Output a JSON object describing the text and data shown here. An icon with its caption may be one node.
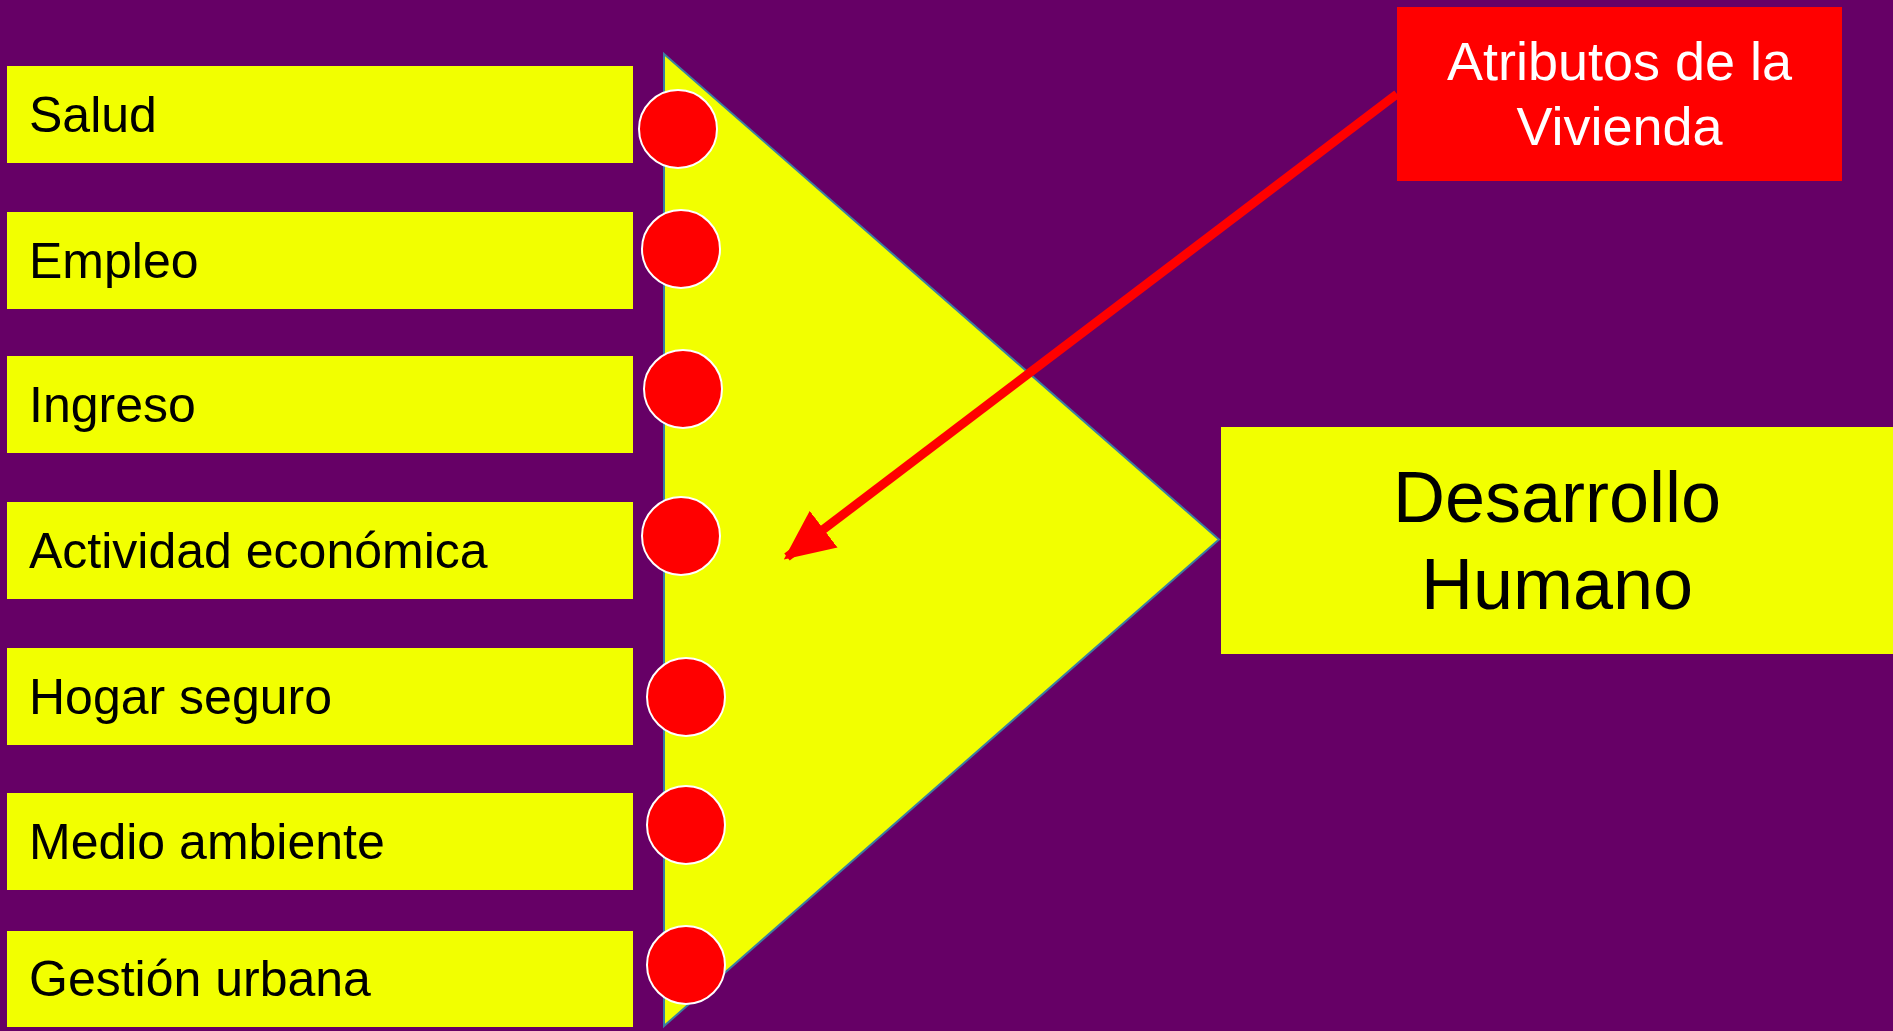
{
  "diagram": {
    "nodes": [
      {
        "text": [
          "Salud"
        ]
      },
      {
        "text": [
          "Empleo"
        ]
      },
      {
        "text": [
          "Ingreso"
        ]
      },
      {
        "text": [
          "Actividad económica"
        ]
      },
      {
        "text": [
          "Hogar seguro"
        ]
      },
      {
        "text": [
          "Medio ambiente"
        ]
      },
      {
        "text": [
          "Gestión urbana"
        ]
      },
      {
        "text": [],
        "shape": "triangle"
      },
      {
        "text": [
          "Desarrollo Humano"
        ]
      },
      {
        "text": [
          "Atributos de la Vivienda"
        ]
      },
      {
        "text": [],
        "shape": "circle"
      },
      {
        "text": [],
        "shape": "circle"
      },
      {
        "text": [],
        "shape": "circle"
      },
      {
        "text": [],
        "shape": "circle"
      },
      {
        "text": [],
        "shape": "circle"
      },
      {
        "text": [],
        "shape": "circle"
      },
      {
        "text": [],
        "shape": "circle"
      }
    ],
    "edges": [
      {
        "from": 9,
        "to": 7,
        "arrow": "to"
      }
    ]
  }
}
